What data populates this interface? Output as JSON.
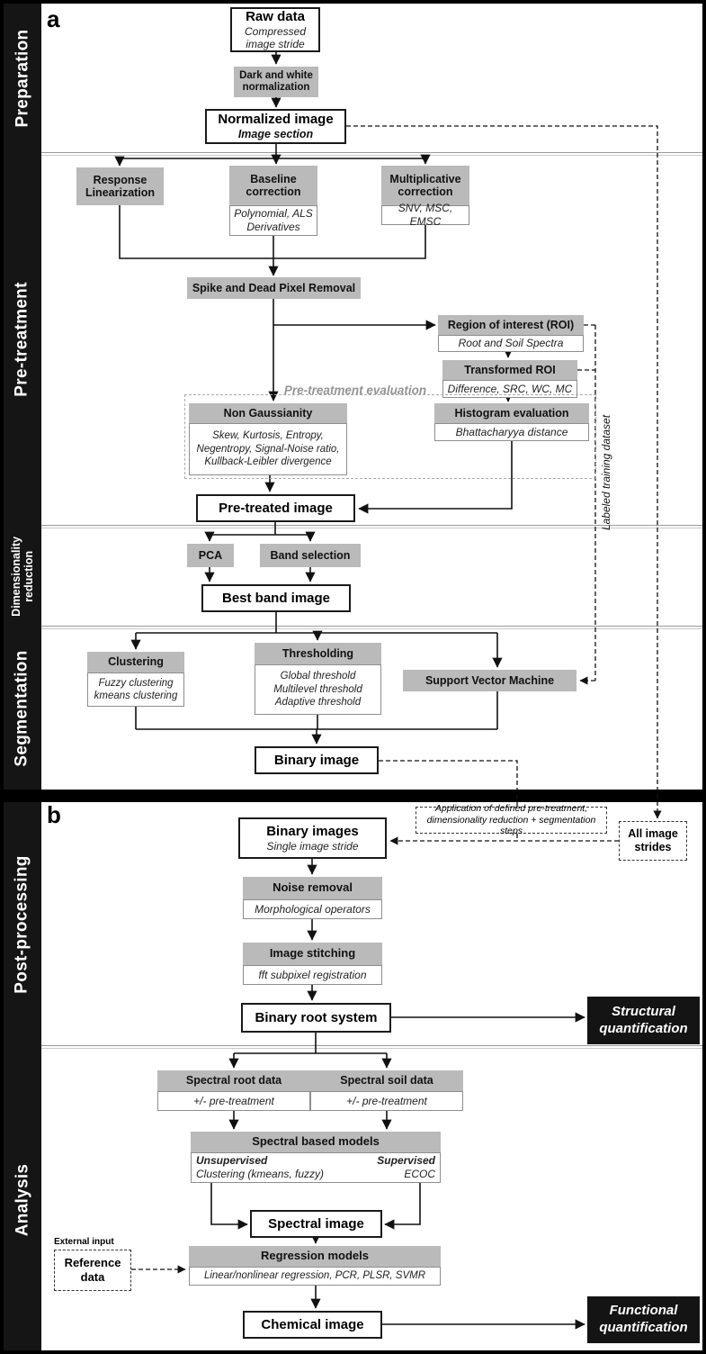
{
  "panel": {
    "a": "a",
    "b": "b"
  },
  "sidebar": {
    "preparation": "Preparation",
    "pretreatment": "Pre-treatment",
    "dimensionality": "Dimensionality reduction",
    "segmentation": "Segmentation",
    "postprocessing": "Post-processing",
    "analysis": "Analysis"
  },
  "nodes": {
    "raw_data": {
      "title": "Raw data",
      "sub": "Compressed image stride"
    },
    "dark_white": {
      "title": "Dark and white normalization"
    },
    "normalized_image": {
      "title": "Normalized image",
      "sub": "Image section"
    },
    "response_linearization": {
      "title": "Response Linearization"
    },
    "baseline_correction": {
      "title": "Baseline correction",
      "sub": [
        "Polynomial, ALS",
        "Derivatives"
      ]
    },
    "multiplicative_correction": {
      "title": "Multiplicative correction",
      "sub": [
        "SNV, MSC, EMSC"
      ]
    },
    "spike_removal": {
      "title": "Spike and Dead Pixel Removal"
    },
    "roi": {
      "title": "Region of interest (ROI)",
      "sub": "Root and Soil Spectra"
    },
    "transformed_roi": {
      "title": "Transformed ROI",
      "sub": "Difference, SRC, WC, MC"
    },
    "evaluation_label": "Pre-treatment evaluation",
    "non_gaussianity": {
      "title": "Non Gaussianity",
      "sub": [
        "Skew, Kurtosis, Entropy,",
        "Negentropy, Signal-Noise ratio,",
        "Kullback-Leibler divergence"
      ]
    },
    "histogram_evaluation": {
      "title": "Histogram evaluation",
      "sub": "Bhattacharyya distance"
    },
    "labeled_training": "Labeled training dataset",
    "pretreated_image": {
      "title": "Pre-treated image"
    },
    "pca": {
      "title": "PCA"
    },
    "band_selection": {
      "title": "Band selection"
    },
    "best_band_image": {
      "title": "Best band image"
    },
    "clustering": {
      "title": "Clustering",
      "sub": [
        "Fuzzy clustering",
        "kmeans clustering"
      ]
    },
    "thresholding": {
      "title": "Thresholding",
      "sub": [
        "Global threshold",
        "Multilevel threshold",
        "Adaptive threshold"
      ]
    },
    "svm": {
      "title": "Support Vector Machine"
    },
    "binary_image": {
      "title": "Binary image"
    },
    "binary_images": {
      "title": "Binary images",
      "sub": "Single image stride"
    },
    "application_note": "Application of defined pre-treatment, dimensionality reduction + segmentation steps",
    "all_image_strides": "All image strides",
    "noise_removal": {
      "title": "Noise removal",
      "sub": "Morphological operators"
    },
    "image_stitching": {
      "title": "Image stitching",
      "sub": "fft subpixel registration"
    },
    "binary_root_system": {
      "title": "Binary root system"
    },
    "structural_quantification": "Structural quantification",
    "spectral_root": {
      "title": "Spectral root data",
      "sub": "+/- pre-treatment"
    },
    "spectral_soil": {
      "title": "Spectral soil data",
      "sub": "+/- pre-treatment"
    },
    "spectral_models": {
      "title": "Spectral based models",
      "left_head": "Unsupervised",
      "left_sub": "Clustering (kmeans, fuzzy)",
      "right_head": "Supervised",
      "right_sub": "ECOC"
    },
    "spectral_image": {
      "title": "Spectral image"
    },
    "regression_models": {
      "title": "Regression models",
      "sub": "Linear/nonlinear regression, PCR, PLSR, SVMR"
    },
    "external_input": "External input",
    "reference_data": "Reference data",
    "chemical_image": {
      "title": "Chemical image"
    },
    "functional_quantification": "Functional quantification"
  },
  "colors": {
    "gray_box": "#bababa",
    "box_border": "#1a1a1a",
    "black_panel": "#141414",
    "divider": "#8a8a8a"
  }
}
